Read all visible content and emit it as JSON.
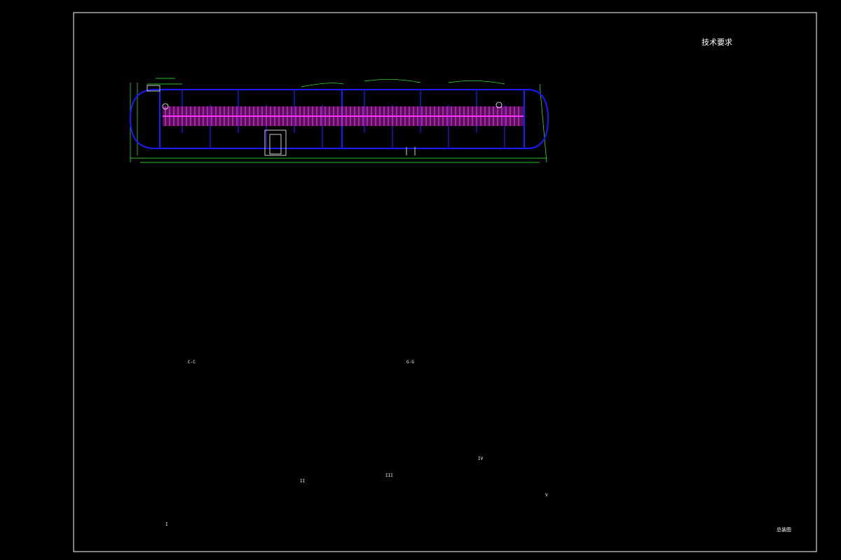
{
  "drawing": {
    "tech_requirements_title": "技术要求",
    "title_block_name": "总装图",
    "section_labels": [
      "C-C",
      "G-G",
      "I",
      "II",
      "III",
      "IV",
      "V"
    ]
  },
  "colors": {
    "background": "#000000",
    "frame": "#ffffff",
    "vessel_outline": "#1a1aff",
    "tube_bundle": "#ff33ff",
    "dimension": "#33ff33",
    "centerline": "#cc44cc",
    "hatch_blue": "#1a1aff"
  }
}
